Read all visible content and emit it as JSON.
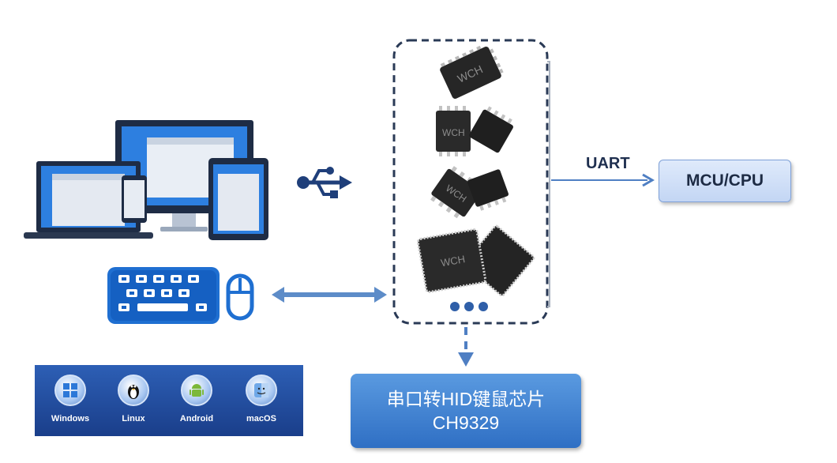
{
  "uart_label": "UART",
  "mcu_label": "MCU/CPU",
  "chip": {
    "line1": "串口转HID键鼠芯片",
    "line2": "CH9329"
  },
  "chip_marking": "WCH",
  "os_items": [
    {
      "label": "Windows",
      "icon": "windows-icon"
    },
    {
      "label": "Linux",
      "icon": "linux-icon"
    },
    {
      "label": "Android",
      "icon": "android-icon"
    },
    {
      "label": "macOS",
      "icon": "macos-icon"
    }
  ],
  "colors": {
    "arrow_blue": "#4f7fc3",
    "chip_box": "#3b7fd2",
    "mcu_box": "#cfdef6",
    "keyboard_blue": "#1f6fd1",
    "dash_border": "#2a3a56"
  }
}
